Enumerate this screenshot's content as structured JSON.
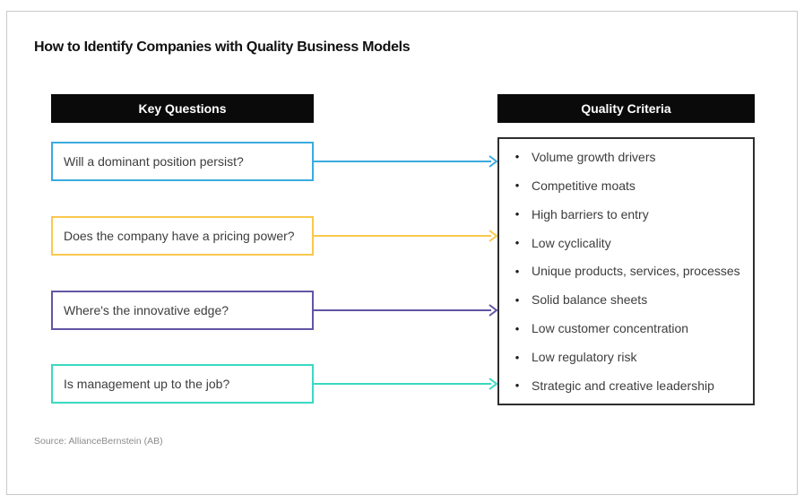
{
  "title": "How to Identify Companies with Quality Business Models",
  "source": "Source: AllianceBernstein (AB)",
  "columns": {
    "left_header": "Key Questions",
    "right_header": "Quality Criteria"
  },
  "questions": [
    {
      "label": "Will a dominant position persist?",
      "color": "#3AABE0"
    },
    {
      "label": "Does the company have a pricing power?",
      "color": "#FAC84D"
    },
    {
      "label": "Where's the innovative edge?",
      "color": "#6156A5"
    },
    {
      "label": "Is management up to the job?",
      "color": "#3BD9C3"
    }
  ],
  "criteria": {
    "items": [
      "Volume growth drivers",
      "Competitive moats",
      "High barriers to entry",
      "Low cyclicality",
      "Unique products, services, processes",
      "Solid balance sheets",
      "Low customer concentration",
      "Low regulatory risk",
      "Strategic and creative leadership"
    ]
  },
  "icons": {
    "bullet": "•"
  },
  "colors": {
    "header_bg": "#0A0A0A",
    "header_text": "#FFFFFF",
    "criteria_border": "#2E2E2E",
    "frame_border": "#C9C9C9",
    "body_text": "#3D3D3D"
  }
}
